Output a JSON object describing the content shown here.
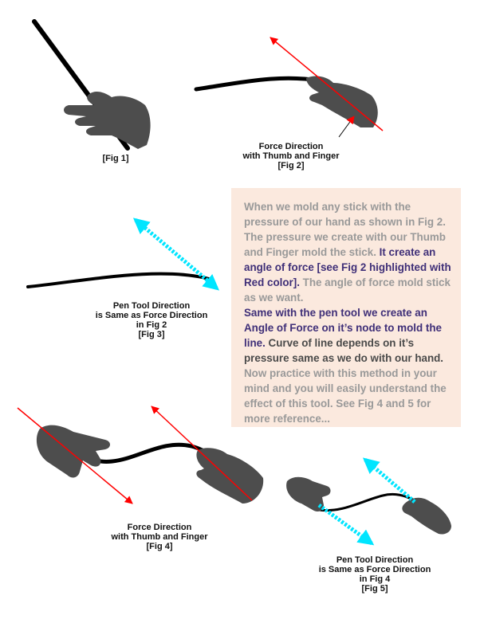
{
  "colors": {
    "hand": "#4d4d4d",
    "stick": "#000000",
    "force_arrow": "#ff0000",
    "pen_arrow": "#00e5ff",
    "note_bg": "#fbe9de",
    "note_text": "#999999",
    "note_highlight": "#3f2f78"
  },
  "figures": {
    "fig1": {
      "lines": [
        "[Fig 1]"
      ]
    },
    "fig2": {
      "lines": [
        "Force Direction",
        "with Thumb and Finger",
        "[Fig 2]"
      ]
    },
    "fig3": {
      "lines": [
        "Pen Tool Direction",
        "is Same as Force Direction",
        "in Fig 2",
        "[Fig 3]"
      ]
    },
    "fig4": {
      "lines": [
        "Force Direction",
        "with Thumb and Finger",
        "[Fig 4]"
      ]
    },
    "fig5": {
      "lines": [
        "Pen Tool Direction",
        "is Same as Force Direction",
        "in Fig 4",
        "[Fig 5]"
      ]
    }
  },
  "note": {
    "p1": "When we mold any stick with the pressure of our hand as shown in Fig 2. The pressure we create with our Thumb and Finger mold the stick. ",
    "p1_highlight": "It create an angle of force [see Fig 2 highlighted with Red color].",
    "p1_end": " The angle of force mold stick as we want.",
    "p2_highlight": "Same with the pen tool we create an Angle of Force on it’s node to mold the line.",
    "p2_end": " Curve of line depends on it’s pressure same as we do with our hand.",
    "p3": "Now practice with this method in your mind and you will easily understand the effect of this tool. See Fig 4 and 5 for more reference..."
  }
}
